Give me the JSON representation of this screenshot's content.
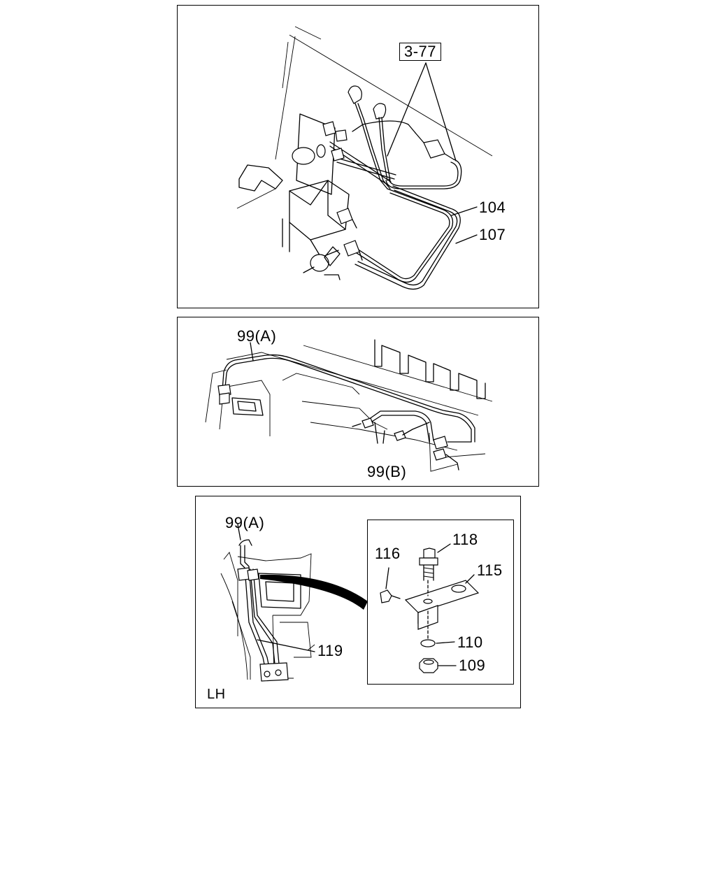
{
  "panel_top": {
    "ref_box": "3-77",
    "callouts": [
      "104",
      "107"
    ]
  },
  "panel_middle": {
    "callouts": [
      "99(A)",
      "99(B)"
    ]
  },
  "panel_bottom": {
    "callouts": [
      "99(A)",
      "119"
    ],
    "side_label": "LH",
    "detail": {
      "callouts": [
        "118",
        "116",
        "115",
        "110",
        "109"
      ]
    }
  }
}
